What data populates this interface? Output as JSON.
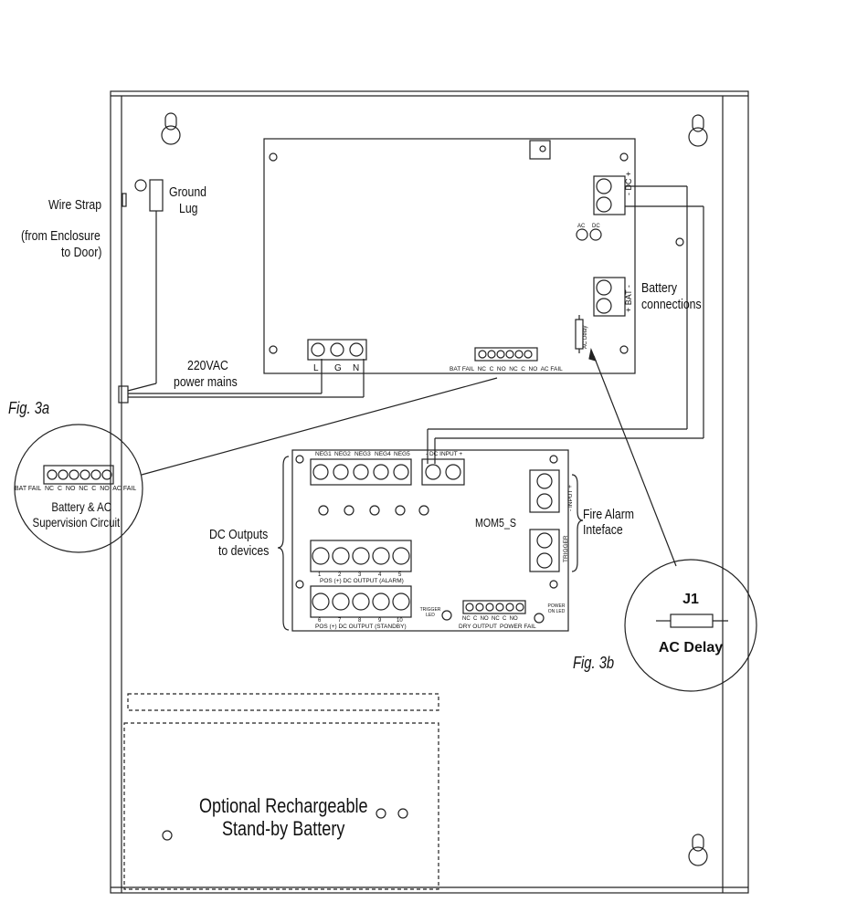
{
  "enclosure": {
    "wire_strap": "Wire Strap",
    "from_enclosure": "(from Enclosure",
    "to_door": "to Door)",
    "ground": "Ground",
    "lug": "Lug",
    "mains_1": "220VAC",
    "mains_2": "power mains"
  },
  "power_board": {
    "terminals_lgn": [
      "L",
      "G",
      "N"
    ],
    "ac_led": "AC",
    "dc_led": "DC",
    "dc_terminal": "- DC +",
    "bat_terminal": "+ BAT -",
    "battery_1": "Battery",
    "battery_2": "connections",
    "ac_delay_small": "AC Delay",
    "supervision_row": "BAT FAIL  NC  C  NO  NC  C  NO  AC FAIL"
  },
  "fig3a": {
    "caption": "Fig. 3a",
    "terminal_row": "BAT FAIL  NC  C  NO  NC  C  NO  AC FAIL",
    "title_1": "Battery & AC",
    "title_2": "Supervision Circuit"
  },
  "mom_board": {
    "name": "MOM5_S",
    "neg_labels": [
      "NEG1",
      "NEG2",
      "NEG3",
      "NEG4",
      "NEG5"
    ],
    "dc_input": "- DC INPUT +",
    "input": "- INPUT +",
    "trigger": "TRIGGER",
    "alarm_nums": [
      "1",
      "2",
      "3",
      "4",
      "5"
    ],
    "alarm_caption": "POS (+) DC OUTPUT (ALARM)",
    "standby_nums": [
      "6",
      "7",
      "8",
      "9",
      "10"
    ],
    "standby_caption": "POS (+) DC OUTPUT (STANDBY)",
    "trigger_led": "TRIGGER LED",
    "dry_terms": "NC  C  NO  NC  C  NO",
    "dry_output": "DRY OUTPUT",
    "power_fail": "POWER FAIL",
    "power_on_led": "POWER ON LED",
    "dc_outputs_1": "DC Outputs",
    "dc_outputs_2": "to devices",
    "fire_1": "Fire Alarm",
    "fire_2": "Inteface"
  },
  "fig3b": {
    "caption": "Fig. 3b",
    "j1": "J1",
    "ac_delay": "AC Delay"
  },
  "battery": {
    "line1": "Optional Rechargeable",
    "line2": "Stand-by Battery"
  }
}
